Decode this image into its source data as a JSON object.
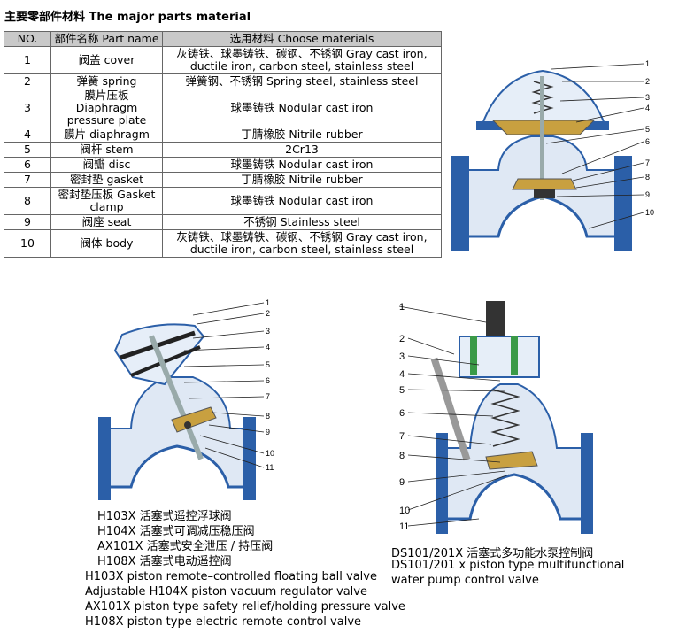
{
  "title": "主要零部件材料 The major parts material",
  "table": {
    "headers": [
      "NO.",
      "部件名称 Part name",
      "选用材料 Choose materials"
    ],
    "rows": [
      {
        "no": "1",
        "part": "阀盖 cover",
        "material": [
          "灰铸铁、球墨铸铁、碳钢、不锈钢 Gray cast iron,",
          "ductile iron, carbon steel, stainless steel"
        ]
      },
      {
        "no": "2",
        "part": "弹簧 spring",
        "material": [
          "弹簧钢、不锈钢 Spring steel, stainless steel"
        ]
      },
      {
        "no": "3",
        "part": [
          "膜片压板 Diaphragm",
          "pressure plate"
        ],
        "material": [
          "球墨铸铁 Nodular cast iron"
        ]
      },
      {
        "no": "4",
        "part": "膜片 diaphragm",
        "material": [
          "丁腈橡胶 Nitrile rubber"
        ]
      },
      {
        "no": "5",
        "part": "阀杆 stem",
        "material": [
          "2Cr13"
        ]
      },
      {
        "no": "6",
        "part": "阀瓣 disc",
        "material": [
          "球墨铸铁  Nodular cast iron"
        ]
      },
      {
        "no": "7",
        "part": "密封垫 gasket",
        "material": [
          "丁腈橡胶 Nitrile rubber"
        ]
      },
      {
        "no": "8",
        "part": [
          "密封垫压板 Gasket",
          "clamp"
        ],
        "material": [
          "球墨铸铁  Nodular cast iron"
        ]
      },
      {
        "no": "9",
        "part": "阀座 seat",
        "material": [
          "不锈钢 Stainless steel"
        ]
      },
      {
        "no": "10",
        "part": "阀体 body",
        "material": [
          "灰铸铁、球墨铸铁、碳钢、不锈钢 Gray cast iron,",
          "ductile iron, carbon steel, stainless steel"
        ]
      }
    ]
  },
  "diagram1": {
    "labels": [
      "1",
      "2",
      "3",
      "4",
      "5",
      "6",
      "7",
      "8",
      "9",
      "10"
    ]
  },
  "diagram2": {
    "labels": [
      "1",
      "2",
      "3",
      "4",
      "5",
      "6",
      "7",
      "8",
      "9",
      "10",
      "11"
    ]
  },
  "diagram3": {
    "labels": [
      "1",
      "2",
      "3",
      "4",
      "5",
      "6",
      "7",
      "8",
      "9",
      "10",
      "11"
    ]
  },
  "caption_left": {
    "cn": [
      "H103X 活塞式遥控浮球阀",
      "H104X 活塞式可调减压稳压阀",
      "AX101X 活塞式安全泄压 / 持压阀",
      "H108X 活塞式电动遥控阀"
    ],
    "en": [
      "H103X piston remote–controlled floating ball valve",
      "Adjustable H104X piston vacuum regulator valve",
      "AX101X piston type safety relief/holding pressure valve",
      "H108X piston type electric remote control valve"
    ]
  },
  "caption_right": {
    "cn": "DS101/201X 活塞式多功能水泵控制阀",
    "en": [
      "DS101/201 x piston type multifunctional",
      "water pump control valve"
    ]
  },
  "colors": {
    "body": "#2b5fa8",
    "hatch": "#7fa6d6",
    "brass": "#c8a040",
    "green": "#3a9a48",
    "header": "#c9c9c9"
  }
}
